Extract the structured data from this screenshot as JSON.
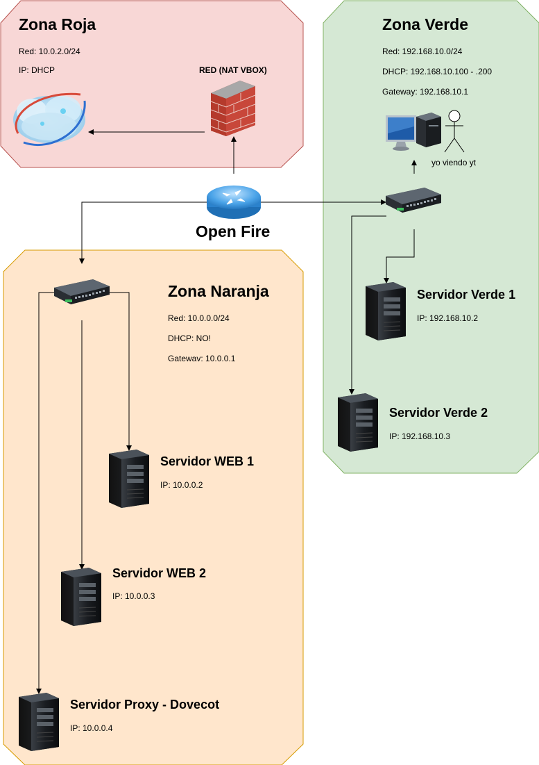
{
  "zones": {
    "roja": {
      "title": "Zona Roja",
      "lines": [
        "Red: 10.0.2.0/24",
        "IP: DHCP"
      ],
      "color": "#f8d7d6",
      "border": "#b85450"
    },
    "verde": {
      "title": "Zona Verde",
      "lines": [
        "Red: 192.168.10.0/24",
        "DHCP: 192.168.10.100 - .200",
        "Gateway: 192.168.10.1"
      ],
      "color": "#d5e8d4",
      "border": "#82b366"
    },
    "naranja": {
      "title": "Zona Naranja",
      "lines": [
        "Red: 10.0.0.0/24",
        "DHCP: NO!",
        "Gatewav: 10.0.0.1"
      ],
      "color": "#ffe6cc",
      "border": "#d79b00"
    }
  },
  "firewall_label": "RED (NAT VBOX)",
  "router_label": "Open Fire",
  "user_label": "yo viendo yt",
  "servers": {
    "verde1": {
      "title": "Servidor Verde 1",
      "ip": "IP: 192.168.10.2"
    },
    "verde2": {
      "title": "Servidor Verde 2",
      "ip": "IP: 192.168.10.3"
    },
    "web1": {
      "title": "Servidor WEB 1",
      "ip": "IP: 10.0.0.2"
    },
    "web2": {
      "title": "Servidor WEB 2",
      "ip": "IP: 10.0.0.3"
    },
    "proxy": {
      "title": "Servidor Proxy - Dovecot",
      "ip": "IP: 10.0.0.4"
    }
  },
  "icons": [
    "cloud-icon",
    "firewall-icon",
    "router-icon",
    "switch-icon",
    "computer-icon",
    "person-icon",
    "server-icon"
  ]
}
